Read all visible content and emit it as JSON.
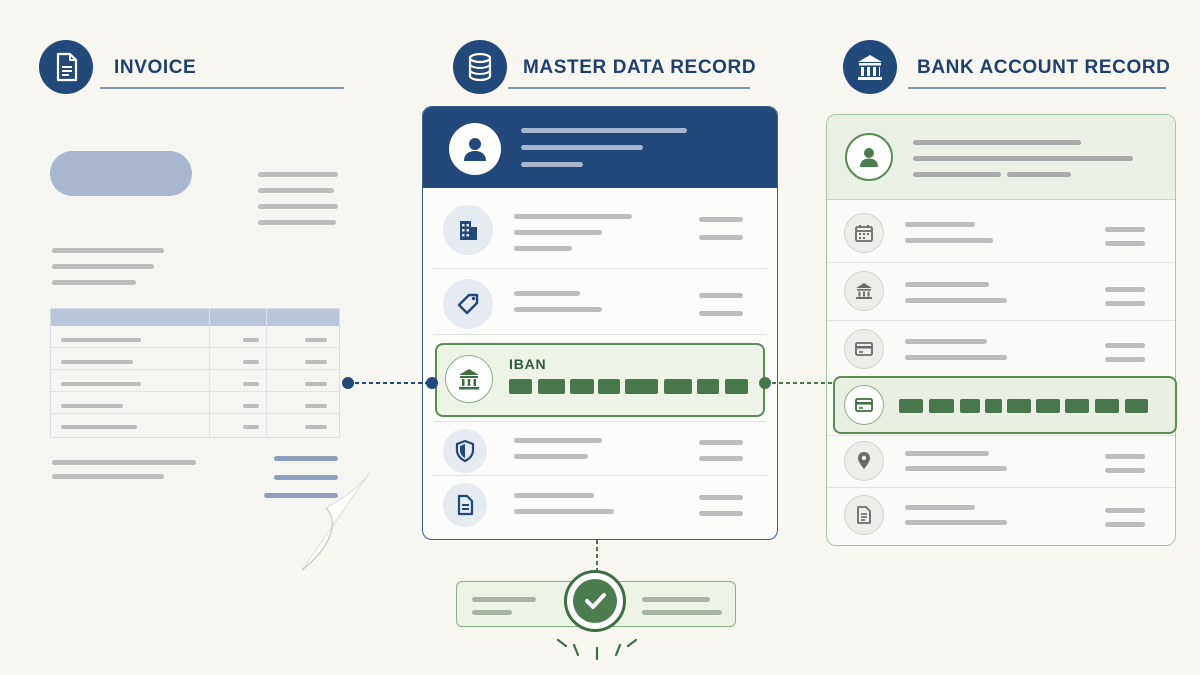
{
  "headers": {
    "invoice": "INVOICE",
    "master": "MASTER DATA RECORD",
    "bank": "BANK ACCOUNT RECORD"
  },
  "master_record": {
    "iban_label": "IBAN",
    "rows": [
      "building-icon",
      "tag-icon",
      "bank-icon",
      "shield-icon",
      "document-icon"
    ]
  },
  "bank_record": {
    "rows": [
      "calendar-icon",
      "bank-icon",
      "card-icon",
      "card-icon",
      "location-pin-icon",
      "document-icon"
    ]
  },
  "icons": {
    "invoice": "document-icon",
    "master": "database-icon",
    "bank": "bank-icon",
    "verify": "checkmark-icon"
  },
  "colors": {
    "navy": "#22497a",
    "green": "#47774a",
    "background": "#f7f6f1"
  }
}
